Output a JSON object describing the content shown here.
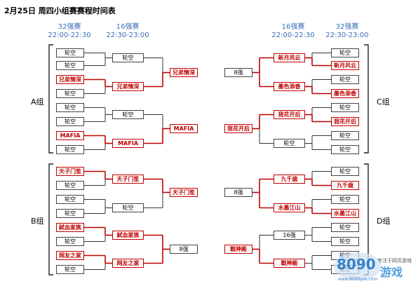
{
  "title": "2月25日  周四小组赛赛程时间表",
  "rounds": {
    "left32": {
      "name": "32强赛",
      "time": "22:00-22:30"
    },
    "left16": {
      "name": "16强赛",
      "time": "22:30-23:00"
    },
    "right16": {
      "name": "16强赛",
      "time": "22:00-22:30"
    },
    "right32": {
      "name": "32强赛",
      "time": "22:30-23:00"
    }
  },
  "groups": {
    "A": "A组",
    "B": "B组",
    "C": "C组",
    "D": "D组"
  },
  "boxes": [
    {
      "text": "轮空",
      "win": false
    },
    {
      "text": "轮空",
      "win": false
    },
    {
      "text": "兄弟情深",
      "win": true
    },
    {
      "text": "轮空",
      "win": false
    },
    {
      "text": "轮空",
      "win": false
    },
    {
      "text": "轮空",
      "win": false
    },
    {
      "text": "MAFIA",
      "win": true
    },
    {
      "text": "轮空",
      "win": false
    },
    {
      "text": "轮空",
      "win": false
    },
    {
      "text": "兄弟情深",
      "win": true
    },
    {
      "text": "轮空",
      "win": false
    },
    {
      "text": "MAFIA",
      "win": true
    },
    {
      "text": "兄弟情深",
      "win": true
    },
    {
      "text": "MAFIA",
      "win": true
    },
    {
      "text": "天子门笙",
      "win": true
    },
    {
      "text": "轮空",
      "win": false
    },
    {
      "text": "轮空",
      "win": false
    },
    {
      "text": "轮空",
      "win": false
    },
    {
      "text": "弑血家族",
      "win": true
    },
    {
      "text": "轮空",
      "win": false
    },
    {
      "text": "网友之家",
      "win": true
    },
    {
      "text": "轮空",
      "win": false
    },
    {
      "text": "天子门笙",
      "win": true
    },
    {
      "text": "轮空",
      "win": false
    },
    {
      "text": "弑血家族",
      "win": true
    },
    {
      "text": "网友之家",
      "win": true
    },
    {
      "text": "天子门笙",
      "win": true
    },
    {
      "text": "8强",
      "win": false
    },
    {
      "text": "轮空",
      "win": false
    },
    {
      "text": "新月风云",
      "win": true
    },
    {
      "text": "轮空",
      "win": false
    },
    {
      "text": "墨色添香",
      "win": true
    },
    {
      "text": "轮空",
      "win": false
    },
    {
      "text": "我花开后",
      "win": true
    },
    {
      "text": "轮空",
      "win": false
    },
    {
      "text": "轮空",
      "win": false
    },
    {
      "text": "新月风云",
      "win": true
    },
    {
      "text": "墨色添香",
      "win": true
    },
    {
      "text": "我花开后",
      "win": true
    },
    {
      "text": "轮空",
      "win": false
    },
    {
      "text": "8强",
      "win": false
    },
    {
      "text": "我花开后",
      "win": true
    },
    {
      "text": "轮空",
      "win": false
    },
    {
      "text": "九千歳",
      "win": true
    },
    {
      "text": "轮空",
      "win": false
    },
    {
      "text": "水墨江山",
      "win": true
    },
    {
      "text": "轮空",
      "win": false
    },
    {
      "text": "轮空",
      "win": false
    },
    {
      "text": "轮空",
      "win": false
    },
    {
      "text": "轮空",
      "win": false
    },
    {
      "text": "九千歳",
      "win": true
    },
    {
      "text": "水墨江山",
      "win": true
    },
    {
      "text": "16强",
      "win": false
    },
    {
      "text": "戰神殿",
      "win": true
    },
    {
      "text": "8强",
      "win": false
    },
    {
      "text": "戰神殿",
      "win": true
    }
  ],
  "watermark": {
    "name": "8090",
    "sub": "专注于网页游戏",
    "url": "www.8090yxs.com"
  }
}
